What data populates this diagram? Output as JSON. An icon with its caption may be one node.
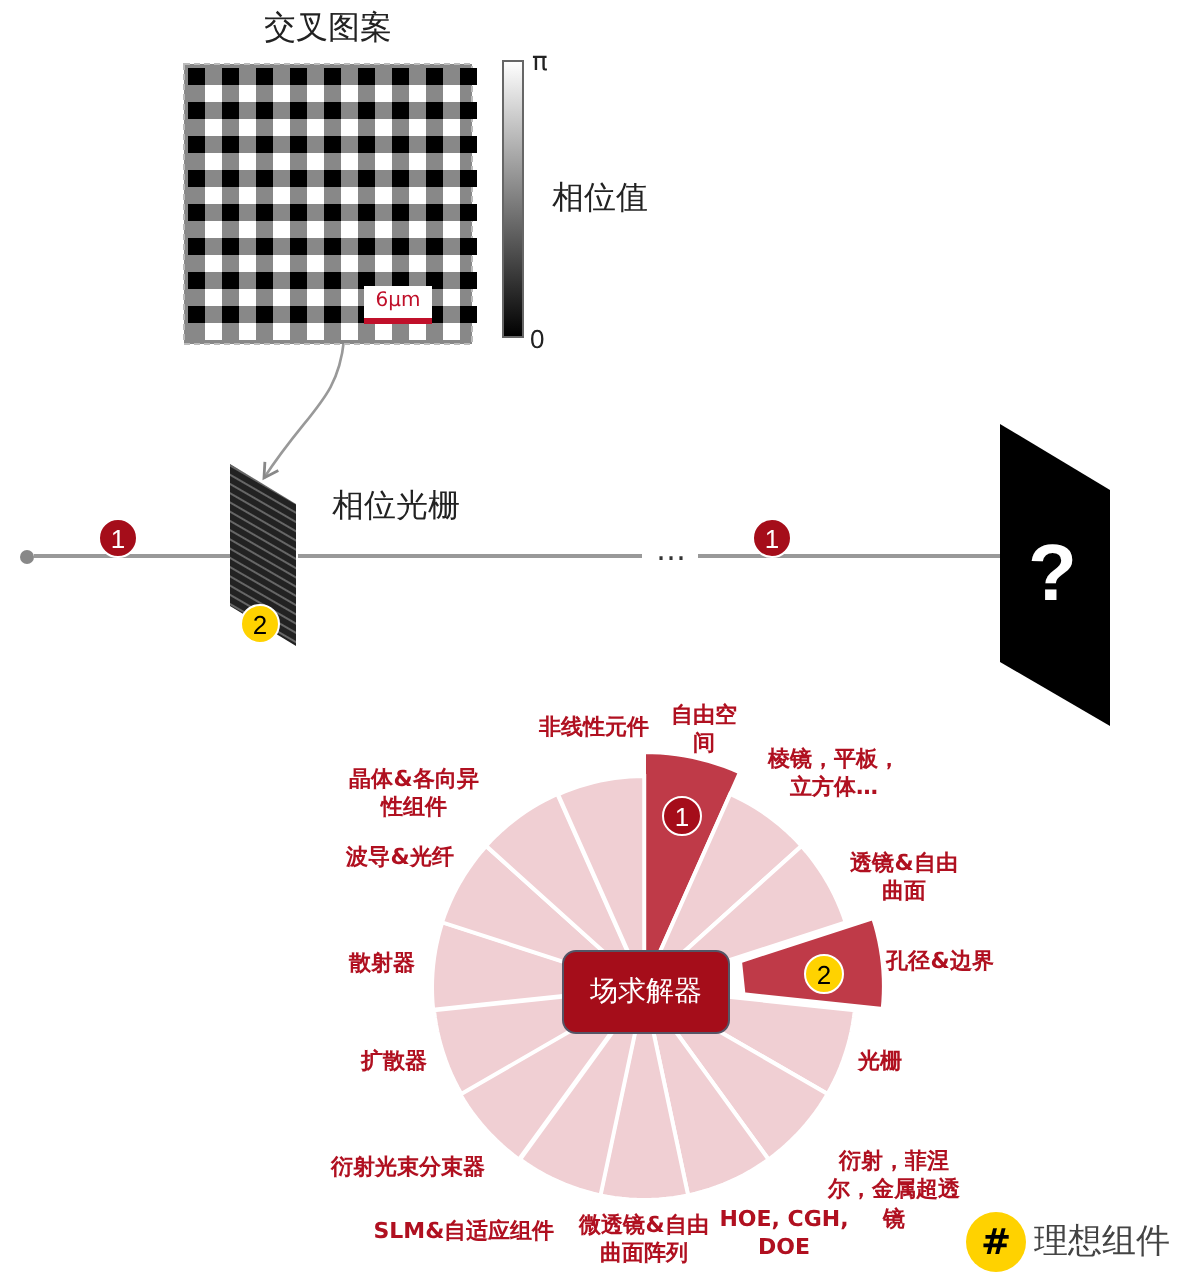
{
  "diagram": {
    "nodes": [
      {
        "text": [
          "交叉图案"
        ]
      },
      {
        "text": [],
        "shape": "circle"
      },
      {
        "text": [],
        "shape": "box",
        "beside": [
          "相位光栅"
        ]
      },
      {
        "text": [
          "?"
        ]
      },
      {
        "text": [
          "场求解器"
        ]
      },
      {
        "text": [
          "自由空间"
        ]
      },
      {
        "text": [
          "棱镜，平板，立方体…"
        ]
      },
      {
        "text": [
          "透镜&自由曲面"
        ]
      },
      {
        "text": [
          "孔径&边界"
        ]
      },
      {
        "text": [
          "光栅"
        ]
      },
      {
        "text": [
          "衍射，菲涅尔，金属超透镜"
        ]
      },
      {
        "text": [
          "HOE, CGH, DOE"
        ]
      },
      {
        "text": [
          "微透镜&自由曲面阵列"
        ]
      },
      {
        "text": [
          "SLM&自适应组件"
        ]
      },
      {
        "text": [
          "衍射光束分束器"
        ]
      },
      {
        "text": [
          "扩散器"
        ]
      },
      {
        "text": [
          "散射器"
        ]
      },
      {
        "text": [
          "波导&光纤"
        ]
      },
      {
        "text": [
          "晶体&各向异性组件"
        ]
      },
      {
        "text": [
          "非线性元件"
        ]
      }
    ],
    "edges": [
      {
        "from": 0,
        "to": 2,
        "arrow": "to"
      },
      {
        "from": 1,
        "to": 2,
        "arrow": "none"
      },
      {
        "from": 2,
        "to": 3,
        "arrow": "none",
        "label": "…"
      }
    ],
    "labels": [
      "6µm",
      "π",
      "相位值",
      "0",
      "1",
      "2",
      "1",
      "1",
      "2",
      "#"
    ],
    "legend": [
      {
        "text": "理想组件",
        "color": "#ffd200"
      }
    ]
  }
}
